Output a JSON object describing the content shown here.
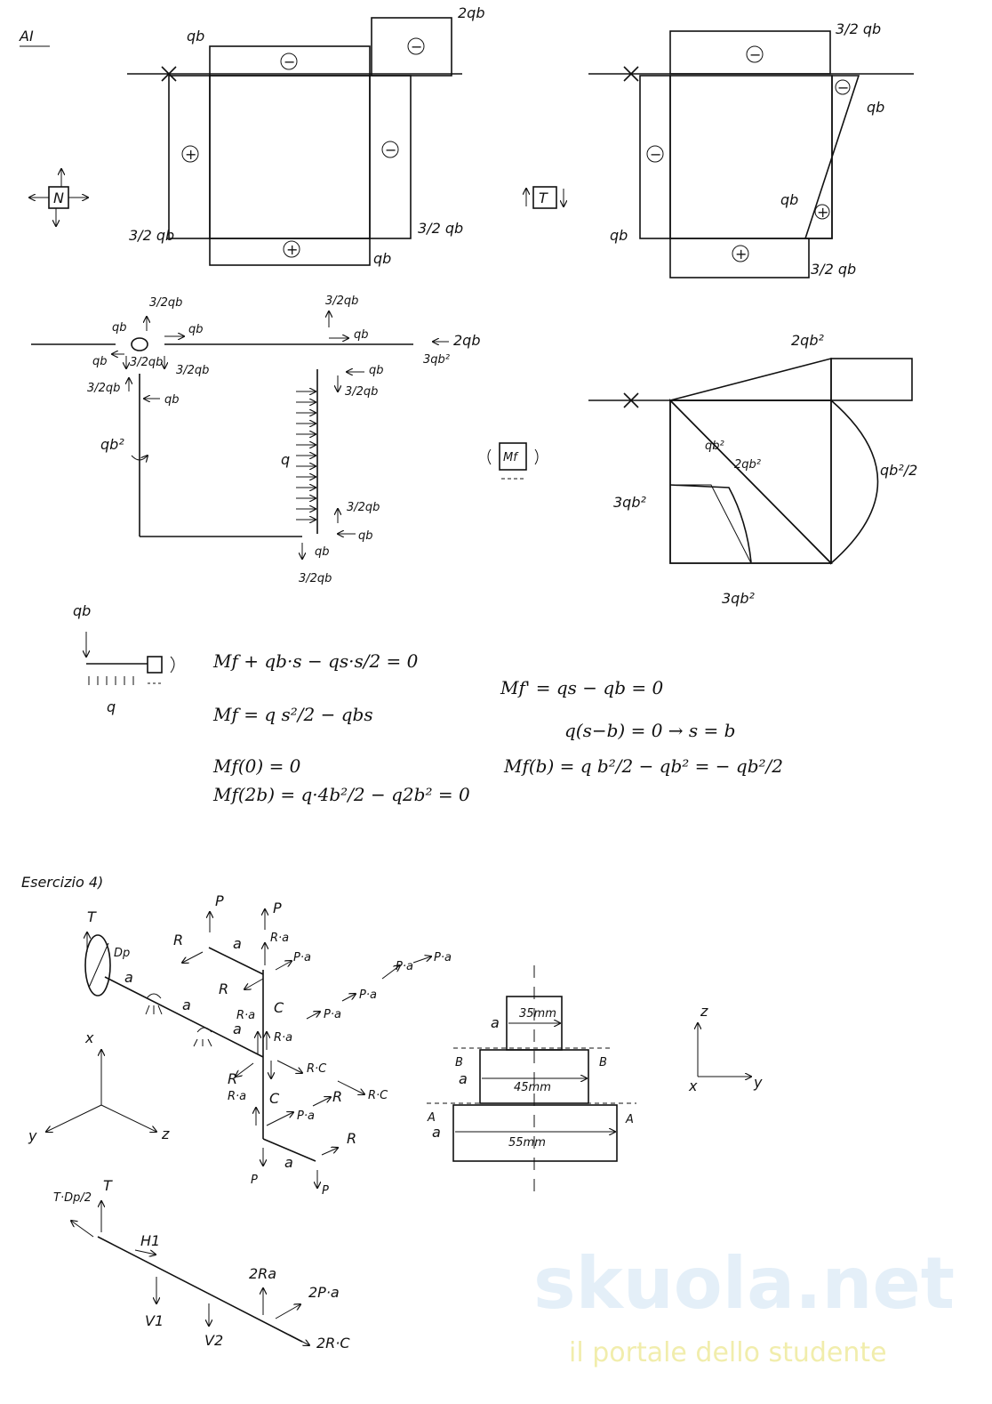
{
  "watermark": {
    "brand": "skuola.net",
    "tagline": "il portale dello studente"
  },
  "section_a": {
    "title": "AI",
    "normal_diagram": {
      "labels": [
        "qb",
        "2qb",
        "3/2 qb",
        "3/2 qb",
        "qb"
      ],
      "signs": [
        "−",
        "−",
        "+",
        "−",
        "+"
      ],
      "icon_label": "N"
    },
    "shear_diagram": {
      "labels": [
        "3/2 qb",
        "qb",
        "qb",
        "qb",
        "3/2 qb"
      ],
      "signs": [
        "−",
        "−",
        "−",
        "+",
        "+"
      ],
      "icon_label": "T"
    },
    "free_body": {
      "labels": [
        "3/2qb",
        "qb",
        "qb",
        "qb",
        "3/2qb",
        "3/2qb",
        "3/2qb",
        "qb",
        "qb²",
        "3/2qb",
        "qb",
        "2qb",
        "3qb²",
        "qb",
        "3/2qb",
        "q",
        "3/2qb",
        "qb",
        "qb",
        "3/2qb"
      ]
    },
    "moment_diagram": {
      "icon_label": "Mf",
      "labels": [
        "2qb²",
        "qb²",
        "2qb²",
        "3qb²",
        "qb²/2",
        "3qb²"
      ]
    },
    "equations": {
      "beam_labels": [
        "qb",
        "q"
      ],
      "left": [
        "Mf + qb·s − qs·s/2 = 0",
        "Mf = q s²/2 − qbs",
        "Mf(0) = 0",
        "Mf(2b) = q·4b²/2 − q2b² = 0"
      ],
      "right": [
        "Mf' = qs − qb = 0",
        "q(s−b) = 0  →  s = b",
        "Mf(b) = q b²/2 − qb² = − qb²/2"
      ]
    }
  },
  "exercise4": {
    "title": "Esercizio 4)",
    "shaft_labels": [
      "T",
      "Dp",
      "a",
      "a",
      "a",
      "P",
      "P",
      "R",
      "a",
      "R·a",
      "P·a",
      "R",
      "R·a",
      "C",
      "P·a",
      "P·a",
      "P·a",
      "P·a",
      "R·a",
      "R·C",
      "R·C",
      "R",
      "R·a",
      "C",
      "P·a",
      "R",
      "R",
      "a",
      "P",
      "P"
    ],
    "axes_left": [
      "x",
      "y",
      "z"
    ],
    "section": {
      "dims": [
        "35mm",
        "45mm",
        "55mm"
      ],
      "labels": [
        "a",
        "a",
        "a",
        "B",
        "B",
        "A",
        "A"
      ]
    },
    "axes_right": [
      "z",
      "y",
      "x"
    ],
    "reduced": {
      "labels": [
        "T·Dp/2",
        "T",
        "H1",
        "V1",
        "V2",
        "2Ra",
        "2P·a",
        "2R·C"
      ]
    }
  }
}
